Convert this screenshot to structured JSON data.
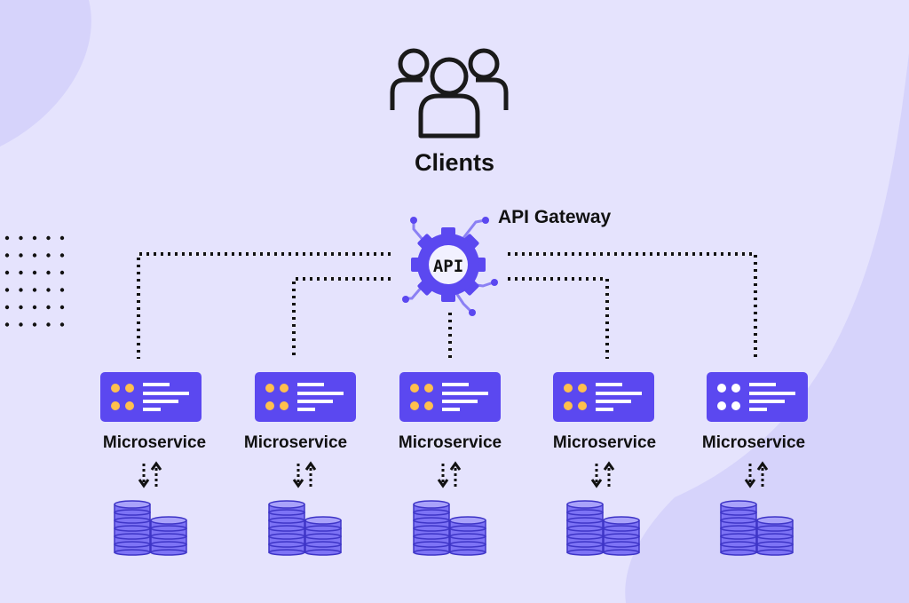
{
  "diagram": {
    "clients_label": "Clients",
    "gateway_label": "API Gateway",
    "gateway_icon_text": "API",
    "microservices": [
      {
        "label": "Microservice"
      },
      {
        "label": "Microservice"
      },
      {
        "label": "Microservice"
      },
      {
        "label": "Microservice"
      },
      {
        "label": "Microservice"
      }
    ]
  },
  "colors": {
    "background": "#e5e3fd",
    "blob": "#d6d3fb",
    "accent": "#5b48f0",
    "database_fill": "#7d73f5",
    "database_stroke": "#3e35c7",
    "led": "#ffc04d",
    "line": "#111111"
  }
}
